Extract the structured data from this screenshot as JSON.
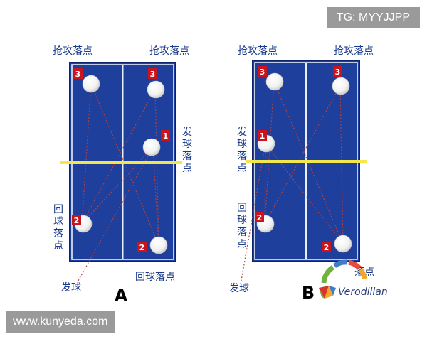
{
  "watermarks": {
    "tg": "TG: MYYJJPP",
    "site": "www.kunyeda.com",
    "brand": "Verodillan"
  },
  "labels": {
    "attack_landing": "抢攻落点",
    "serve_landing": "发球落点",
    "return_landing": "回球落点",
    "serve": "发球",
    "panel_a": "A",
    "panel_b": "B",
    "partial_return": "落点"
  },
  "markers": {
    "one": "1",
    "two": "2",
    "three": "3"
  },
  "colors": {
    "table": "#1e3f9c",
    "table_border": "#0d2370",
    "net": "#f3e84b",
    "marker": "#c8141c",
    "path": "#b04040",
    "ball": "#ffffff",
    "label": "#1a3a8a"
  }
}
